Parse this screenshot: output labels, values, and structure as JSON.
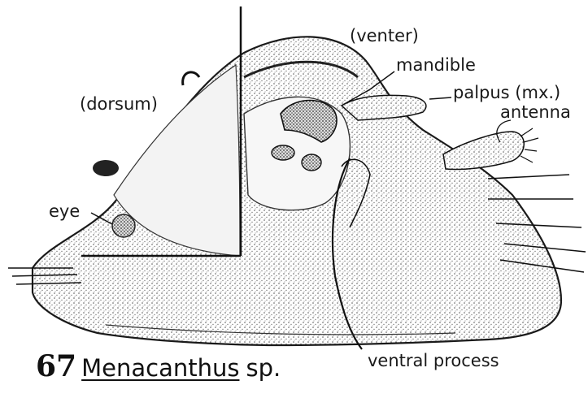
{
  "labels": {
    "venter": "(venter)",
    "dorsum": "(dorsum)",
    "mandible": "mandible",
    "palpus": "palpus (mx.)",
    "antenna": "antenna",
    "eye": "eye",
    "ventral_process": "ventral process"
  },
  "caption": {
    "number": "67",
    "genus": "Menacanthus",
    "species": "sp."
  },
  "colors": {
    "ink": "#1a1a1a",
    "stipple": "#6b6b6b",
    "paper": "#ffffff"
  }
}
